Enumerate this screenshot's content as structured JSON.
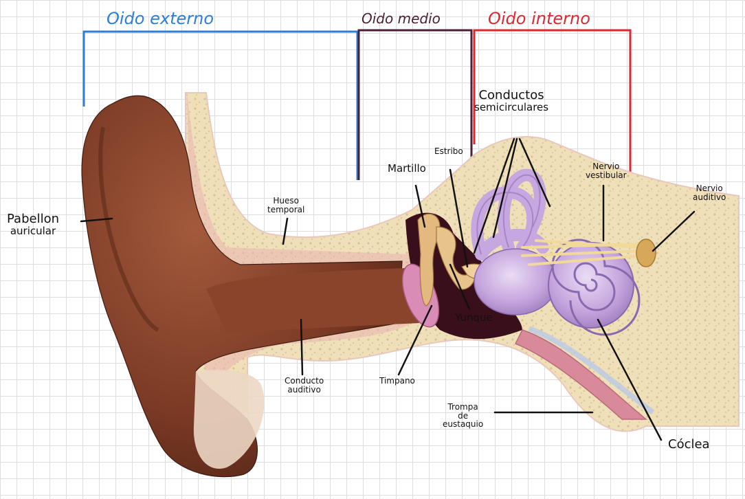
{
  "colors": {
    "external": "#2b7fd9",
    "middle": "#4a2035",
    "inner": "#e0262f",
    "skin": "#7b3a25",
    "bone": "#f0e2bd",
    "cochlea": "#c6a5dc"
  },
  "sections": {
    "external": "Oido externo",
    "middle": "Oido medio",
    "inner": "Oido interno"
  },
  "labels": {
    "pabellon_1": "Pabellon",
    "pabellon_2": "auricular",
    "hueso_1": "Hueso",
    "hueso_2": "temporal",
    "conducto_1": "Conducto",
    "conducto_2": "auditivo",
    "timpano": "Timpano",
    "martillo": "Martillo",
    "estribo": "Estribo",
    "yunque": "Yunque",
    "semic_1": "Conductos",
    "semic_2": "semicirculares",
    "vestibular_1": "Nervio",
    "vestibular_2": "vestibular",
    "auditivo_1": "Nervio",
    "auditivo_2": "auditivo",
    "trompa_1": "Trompa",
    "trompa_2": "de",
    "trompa_3": "eustaquio",
    "coclea": "Cóclea"
  }
}
